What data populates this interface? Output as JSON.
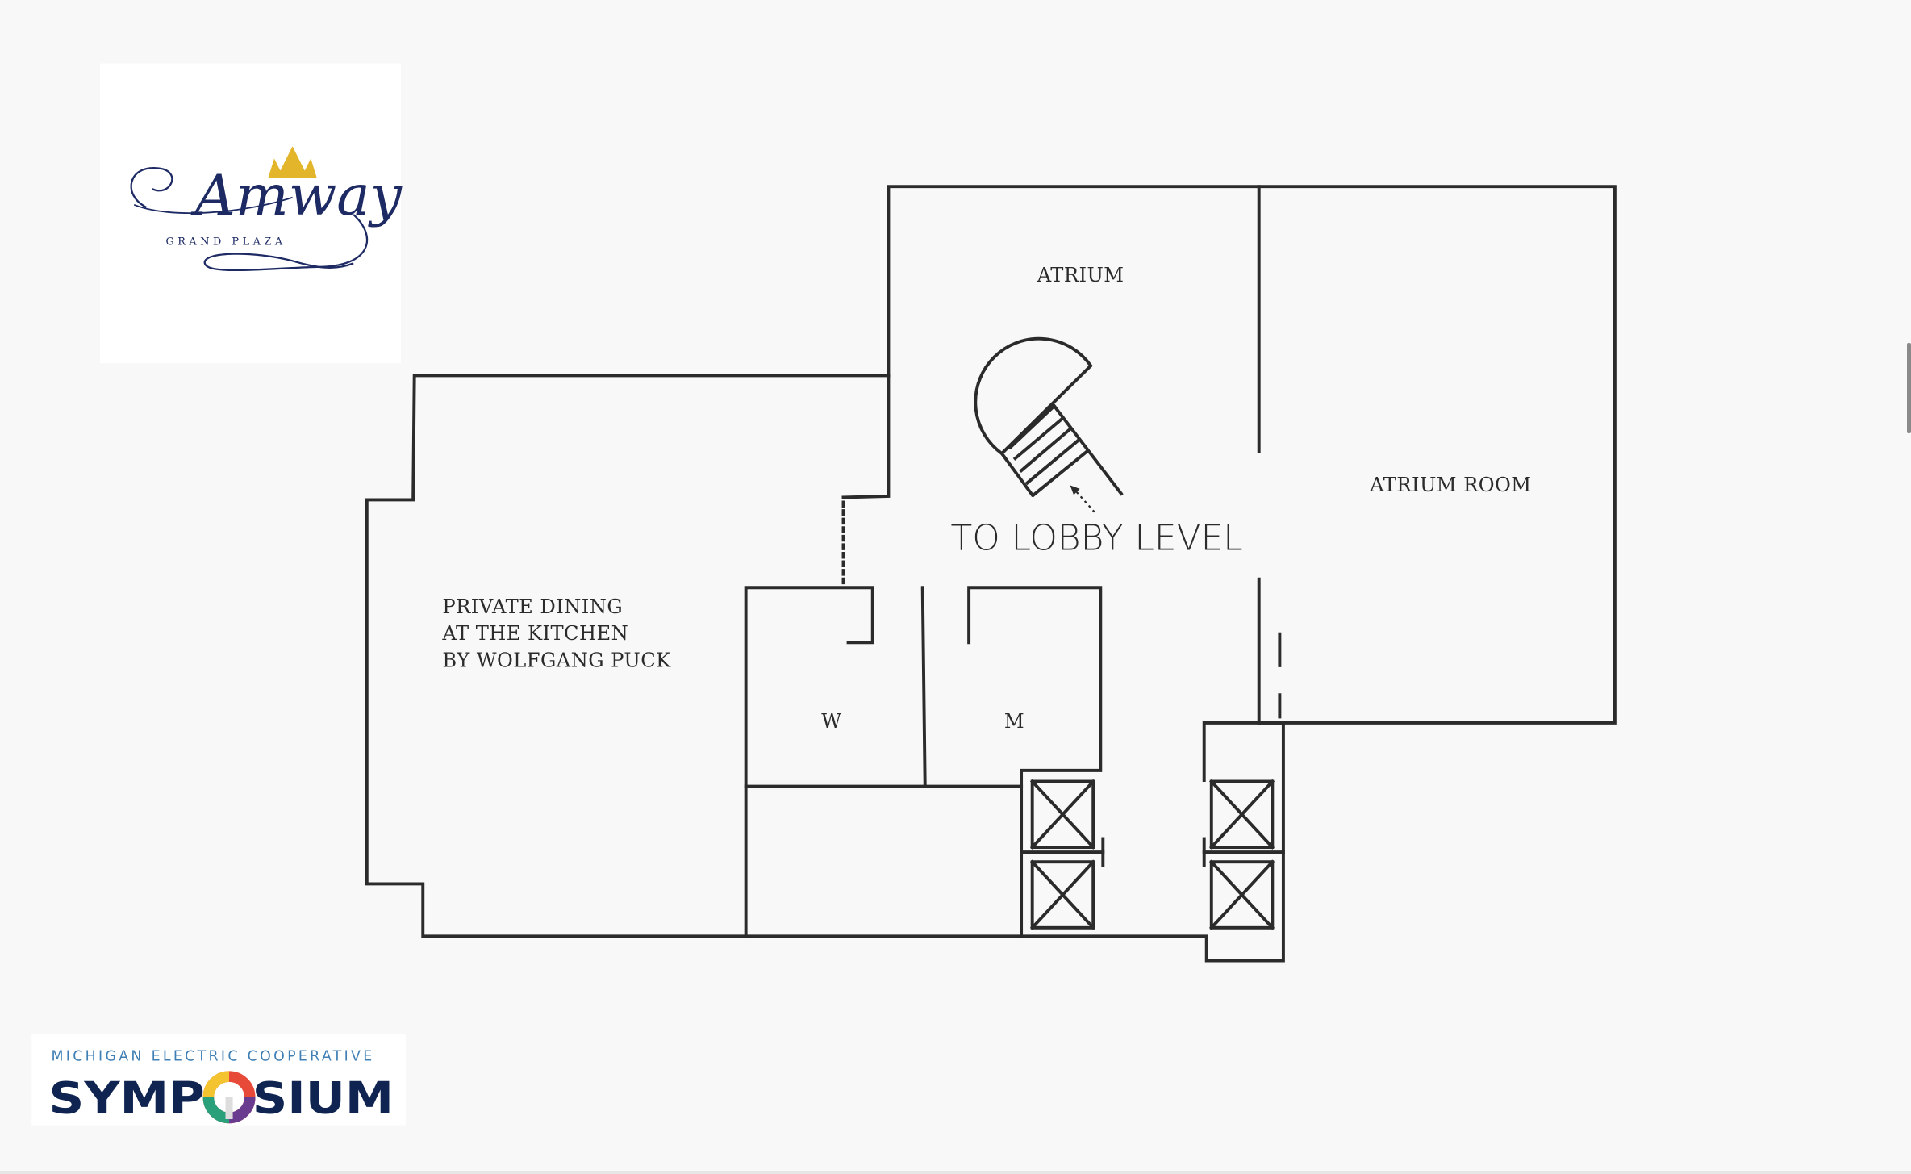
{
  "logos": {
    "hotel": {
      "script": "Amway",
      "sub": "GRAND PLAZA",
      "navy": "#1d2a63",
      "gold": "#e3b52b"
    },
    "event": {
      "top": "MICHIGAN ELECTRIC COOPERATIVE",
      "main_left": "SYMP",
      "main_right": "SIUM",
      "main_full": "SYMPOSIUM",
      "blue": "#3f7fb4",
      "navy": "#0f2451"
    }
  },
  "rooms": {
    "atrium": "ATRIUM",
    "atrium_room": "ATRIUM ROOM",
    "private_dining": [
      "PRIVATE DINING",
      "AT THE KITCHEN",
      "BY WOLFGANG PUCK"
    ],
    "womens": "W",
    "mens": "M"
  },
  "directions": {
    "to_lobby": "TO LOBBY LEVEL"
  },
  "colors": {
    "background": "#f8f8f8",
    "walls": "#2b2b2b"
  }
}
